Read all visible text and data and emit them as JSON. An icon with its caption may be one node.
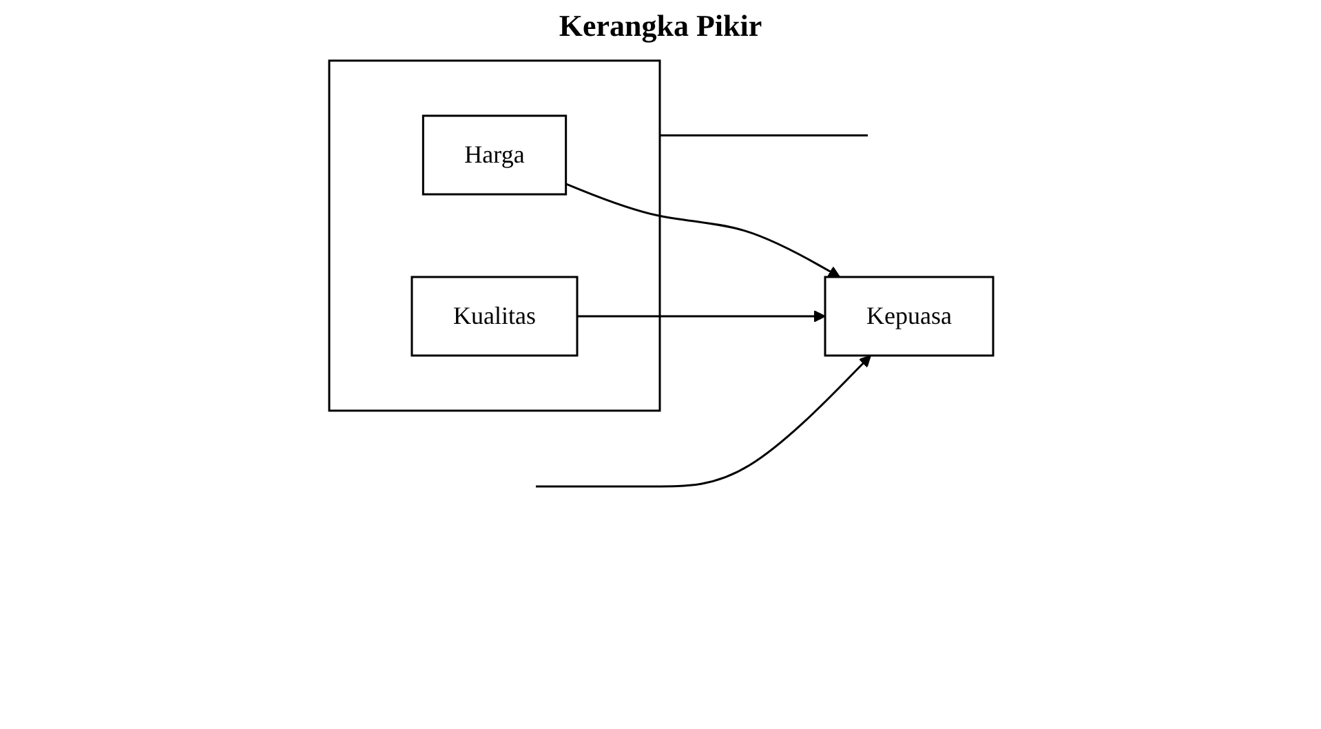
{
  "diagram": {
    "title": "Kerangka Pikir",
    "nodes": [
      {
        "text": [],
        "shape": "box"
      },
      {
        "text": [
          "Harga"
        ],
        "in": 0
      },
      {
        "text": [
          "Kualitas"
        ],
        "in": 0
      },
      {
        "text": [
          "Kepuasa"
        ]
      }
    ],
    "edges": [
      {
        "from": 1,
        "to": 3,
        "arrow": "to"
      },
      {
        "from": 2,
        "to": 3,
        "arrow": "to"
      },
      {
        "from": 0,
        "to": null,
        "arrow": "none"
      },
      {
        "from": null,
        "to": 3,
        "arrow": "to"
      }
    ]
  }
}
